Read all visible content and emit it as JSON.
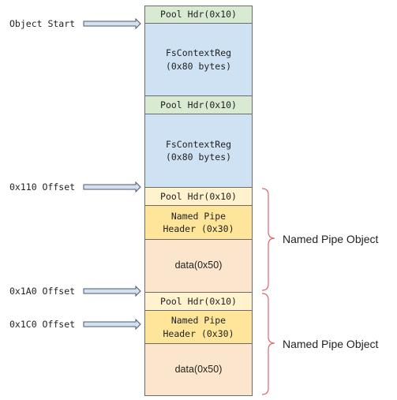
{
  "colors": {
    "pool_hdr_green": "#d9ead3",
    "fs_context_blue": "#cfe2f3",
    "pool_hdr_yellow": "#fff2cc",
    "named_pipe_header": "#ffe599",
    "data_peach": "#fce5cd",
    "arrow_fill": "#d3e1f0",
    "arrow_stroke": "#4a5a6e",
    "brace": "#e06666"
  },
  "blocks": [
    {
      "id": "pool-hdr-1",
      "text": "Pool Hdr(0x10)",
      "font": "mono",
      "color": "pool_hdr_green"
    },
    {
      "id": "fs-context-reg-1",
      "text": "FsContextReg\n(0x80 bytes)",
      "font": "mono",
      "color": "fs_context_blue"
    },
    {
      "id": "pool-hdr-2",
      "text": "Pool Hdr(0x10)",
      "font": "mono",
      "color": "pool_hdr_green"
    },
    {
      "id": "fs-context-reg-2",
      "text": "FsContextReg\n(0x80 bytes)",
      "font": "mono",
      "color": "fs_context_blue"
    },
    {
      "id": "pool-hdr-3",
      "text": "Pool Hdr(0x10)",
      "font": "mono",
      "color": "pool_hdr_yellow"
    },
    {
      "id": "named-pipe-header-1",
      "text": "Named Pipe\nHeader (0x30)",
      "font": "mono",
      "color": "named_pipe_header"
    },
    {
      "id": "data-1",
      "text": "data(0x50)",
      "font": "sans",
      "color": "data_peach"
    },
    {
      "id": "pool-hdr-4",
      "text": "Pool Hdr(0x10)",
      "font": "mono",
      "color": "pool_hdr_yellow"
    },
    {
      "id": "named-pipe-header-2",
      "text": "Named Pipe\nHeader (0x30)",
      "font": "mono",
      "color": "named_pipe_header"
    },
    {
      "id": "data-2",
      "text": "data(0x50)",
      "font": "sans",
      "color": "data_peach"
    }
  ],
  "offset_labels": [
    {
      "id": "object-start",
      "text": "Object Start"
    },
    {
      "id": "offset-0x110",
      "text": "0x110 Offset"
    },
    {
      "id": "offset-0x1a0",
      "text": "0x1A0 Offset"
    },
    {
      "id": "offset-0x1c0",
      "text": "0x1C0 Offset"
    }
  ],
  "group_labels": [
    {
      "id": "named-pipe-object-1",
      "text": "Named Pipe Object"
    },
    {
      "id": "named-pipe-object-2",
      "text": "Named Pipe Object"
    }
  ]
}
